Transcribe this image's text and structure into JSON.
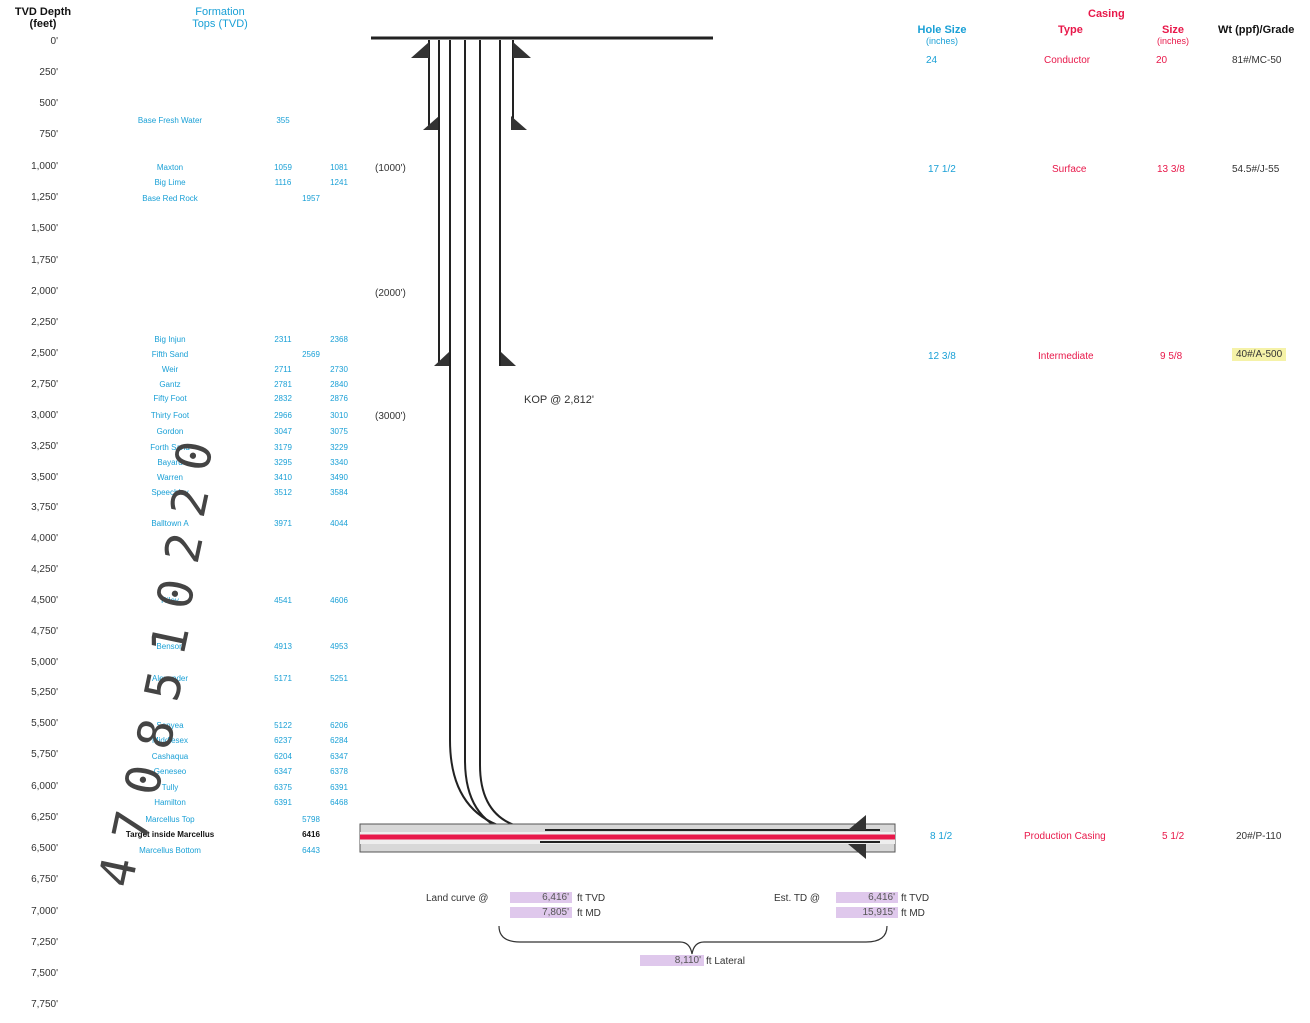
{
  "headers": {
    "tvd_depth": "TVD Depth",
    "tvd_unit": "(feet)",
    "formation": "Formation",
    "formation_sub": "Tops (TVD)",
    "hole_size": "Hole Size",
    "hole_unit": "(inches)",
    "casing": "Casing",
    "type": "Type",
    "size": "Size",
    "size_unit": "(inches)",
    "wt_grade": "Wt (ppf)/Grade"
  },
  "depths": [
    "0'",
    "250'",
    "500'",
    "750'",
    "1,000'",
    "1,250'",
    "1,500'",
    "1,750'",
    "2,000'",
    "2,250'",
    "2,500'",
    "2,750'",
    "3,000'",
    "3,250'",
    "3,500'",
    "3,750'",
    "4,000'",
    "4,250'",
    "4,500'",
    "4,750'",
    "5,000'",
    "5,250'",
    "5,500'",
    "5,750'",
    "6,000'",
    "6,250'",
    "6,500'",
    "6,750'",
    "7,000'",
    "7,250'",
    "7,500'",
    "7,750'"
  ],
  "formations": [
    {
      "name": "Base Fresh Water",
      "top": "355",
      "bottom": ""
    },
    {
      "name": "Maxton",
      "top": "1059",
      "bottom": "1081"
    },
    {
      "name": "Big Lime",
      "top": "1116",
      "bottom": "1241"
    },
    {
      "name": "Base Red Rock",
      "top": "",
      "bottom": "1957"
    },
    {
      "name": "Big Injun",
      "top": "2311",
      "bottom": "2368"
    },
    {
      "name": "Fifth Sand",
      "top": "",
      "bottom": "2569"
    },
    {
      "name": "Weir",
      "top": "2711",
      "bottom": "2730"
    },
    {
      "name": "Gantz",
      "top": "2781",
      "bottom": "2840"
    },
    {
      "name": "Fifty Foot",
      "top": "2832",
      "bottom": "2876"
    },
    {
      "name": "Thirty Foot",
      "top": "2966",
      "bottom": "3010"
    },
    {
      "name": "Gordon",
      "top": "3047",
      "bottom": "3075"
    },
    {
      "name": "Forth Sand",
      "top": "3179",
      "bottom": "3229"
    },
    {
      "name": "Bayard",
      "top": "3295",
      "bottom": "3340"
    },
    {
      "name": "Warren",
      "top": "3410",
      "bottom": "3490"
    },
    {
      "name": "Speechley",
      "top": "3512",
      "bottom": "3584"
    },
    {
      "name": "Balltown A",
      "top": "3971",
      "bottom": "4044"
    },
    {
      "name": "Riley",
      "top": "4541",
      "bottom": "4606"
    },
    {
      "name": "Benson",
      "top": "4913",
      "bottom": "4953"
    },
    {
      "name": "Alexander",
      "top": "5171",
      "bottom": "5251"
    },
    {
      "name": "Sonyea",
      "top": "5122",
      "bottom": "6206"
    },
    {
      "name": "Middlesex",
      "top": "6237",
      "bottom": "6284"
    },
    {
      "name": "Cashaqua",
      "top": "6204",
      "bottom": "6347"
    },
    {
      "name": "Geneseo",
      "top": "6347",
      "bottom": "6378"
    },
    {
      "name": "Tully",
      "top": "6375",
      "bottom": "6391"
    },
    {
      "name": "Hamilton",
      "top": "6391",
      "bottom": "6468"
    },
    {
      "name": "Marcellus Top",
      "top": "",
      "bottom": "5798"
    },
    {
      "name": "Target inside Marcellus",
      "top": "",
      "bottom": "6416"
    },
    {
      "name": "Marcellus Bottom",
      "top": "",
      "bottom": "6443"
    }
  ],
  "md_markers": [
    "(1000')",
    "(2000')",
    "(3000')"
  ],
  "kop": "KOP @ 2,812'",
  "casing_rows": [
    {
      "hole": "24",
      "type": "Conductor",
      "size": "20",
      "grade": "81#/MC-50"
    },
    {
      "hole": "17 1/2",
      "type": "Surface",
      "size": "13 3/8",
      "grade": "54.5#/J-55"
    },
    {
      "hole": "12 3/8",
      "type": "Intermediate",
      "size": "9 5/8",
      "grade": "40#/A-500"
    },
    {
      "hole": "8 1/2",
      "type": "Production Casing",
      "size": "5 1/2",
      "grade": "20#/P-110"
    }
  ],
  "land_curve": {
    "label": "Land curve @",
    "tvd": "6,416'",
    "tvd_unit": "ft TVD",
    "md": "7,805'",
    "md_unit": "ft MD"
  },
  "est_td": {
    "label": "Est. TD @",
    "tvd": "6,416'",
    "tvd_unit": "ft TVD",
    "md": "15,915'",
    "md_unit": "ft MD"
  },
  "lateral": {
    "value": "8,110'",
    "unit": "ft Lateral"
  },
  "stamp": [
    "4",
    "7",
    "0",
    "8",
    "5",
    "1",
    "0",
    "2",
    "2",
    "0"
  ],
  "colors": {
    "cyan": "#1aa0d6",
    "red": "#e8184a",
    "highlight": "#f5f2a8",
    "box": "#dfc8ec"
  }
}
